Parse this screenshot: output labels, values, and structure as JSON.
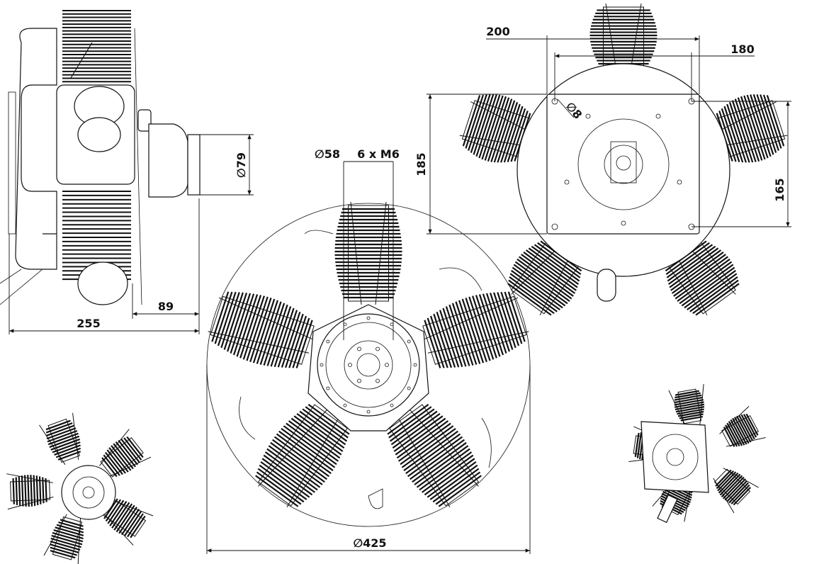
{
  "drawing": {
    "title": "Five-cylinder radial engine dimension drawing",
    "rear_view": {
      "plate_width": "200",
      "hole_spacing_horizontal": "180",
      "plate_height": "185",
      "hole_spacing_vertical": "165",
      "hole_diameter": "∅8"
    },
    "front_view": {
      "hub_diameter": "∅58",
      "hub_bolts": "6 x M6",
      "overall_diameter": "∅425"
    },
    "side_view": {
      "prop_hub_diameter": "∅79",
      "hub_length": "89",
      "overall_length": "255"
    }
  }
}
